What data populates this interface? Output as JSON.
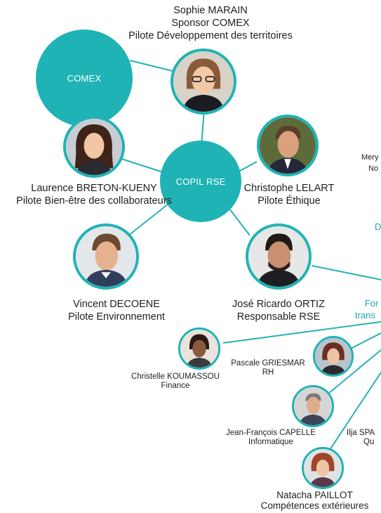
{
  "colors": {
    "teal": "#1fb3b5",
    "line": "#27b1b3"
  },
  "hubs": {
    "comex": "COMEX",
    "copil": "COPIL RSE"
  },
  "people": {
    "marain": {
      "name": "Sophie MARAIN",
      "role": "Sponsor COMEX",
      "role2": "Pilote Développement des territoires"
    },
    "breton": {
      "name": "Laurence BRETON-KUENY",
      "role": "Pilote Bien-être des collaborateurs"
    },
    "lelart": {
      "name": "Christophe LELART",
      "role": "Pilote Éthique"
    },
    "decoene": {
      "name": "Vincent DECOENE",
      "role": "Pilote Environnement"
    },
    "ortiz": {
      "name": "José Ricardo ORTIZ",
      "role": "Responsable RSE"
    },
    "koumassou": {
      "name": "Christelle KOUMASSOU",
      "role": "Finance"
    },
    "griesmar": {
      "name": "Pascale GRIESMAR",
      "role": "RH"
    },
    "capelle": {
      "name": "Jean-François CAPELLE",
      "role": "Informatique"
    },
    "spa": {
      "name": "Ilja SPA",
      "role": "Qu"
    },
    "paillot": {
      "name": "Natacha PAILLOT",
      "role": "Compétences extérieures"
    }
  },
  "edge_text": {
    "mery": "Mery",
    "no": "No",
    "d": "D",
    "for": "For",
    "trans": "trans"
  },
  "icons": {
    "avatar": "person-photo-icon"
  }
}
